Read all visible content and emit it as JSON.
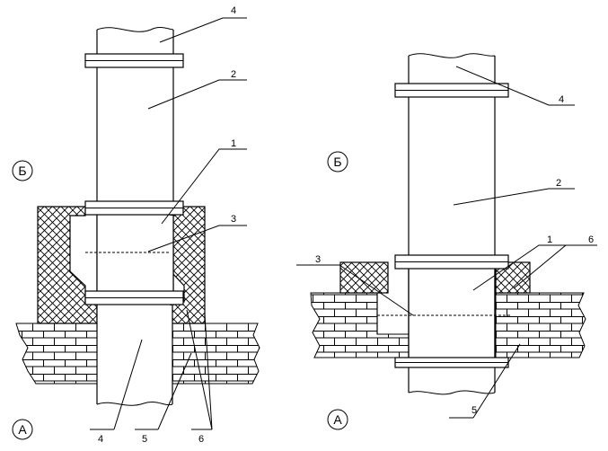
{
  "left": {
    "callouts": {
      "c1": "1",
      "c2": "2",
      "c3": "3",
      "c4_top": "4",
      "c4_bottom": "4",
      "c5": "5",
      "c6": "6"
    },
    "zone_upper": "Б",
    "zone_lower": "А"
  },
  "right": {
    "callouts": {
      "c1": "1",
      "c2": "2",
      "c3": "3",
      "c4": "4",
      "c5": "5",
      "c6": "6"
    },
    "zone_upper": "Б",
    "zone_lower": "А"
  }
}
